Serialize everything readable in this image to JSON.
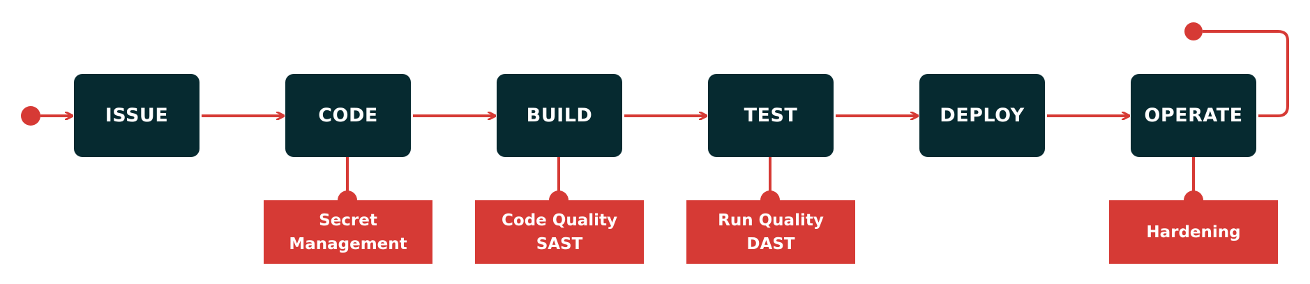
{
  "colors": {
    "stage_fill": "#062a30",
    "practice_fill": "#d63a35",
    "connector": "#d63a35"
  },
  "stages": [
    {
      "id": "issue",
      "label": "ISSUE"
    },
    {
      "id": "code",
      "label": "CODE"
    },
    {
      "id": "build",
      "label": "BUILD"
    },
    {
      "id": "test",
      "label": "TEST"
    },
    {
      "id": "deploy",
      "label": "DEPLOY"
    },
    {
      "id": "operate",
      "label": "OPERATE"
    }
  ],
  "practices": [
    {
      "stage": "code",
      "lines": [
        "Secret",
        "Management"
      ]
    },
    {
      "stage": "build",
      "lines": [
        "Code Quality",
        "SAST"
      ]
    },
    {
      "stage": "test",
      "lines": [
        "Run Quality",
        "DAST"
      ]
    },
    {
      "stage": "operate",
      "lines": [
        "Hardening"
      ]
    }
  ]
}
